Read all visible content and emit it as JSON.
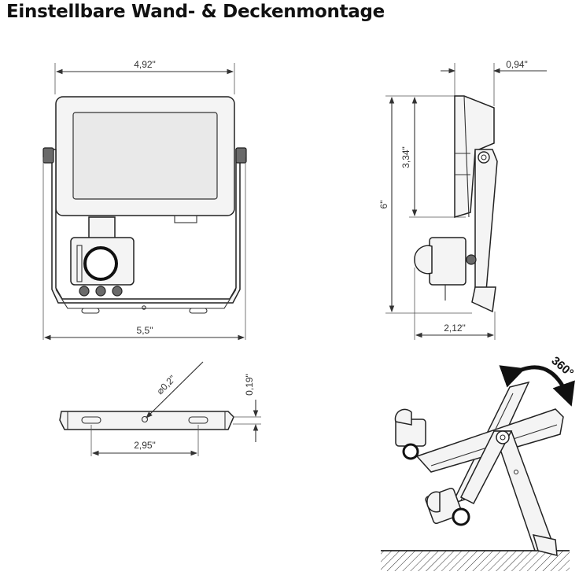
{
  "title": "Einstellbare Wand- & Deckenmontage",
  "dimensions": {
    "front_width_top": "4,92\"",
    "front_width_bottom": "5,5\"",
    "side_depth": "0,94\"",
    "side_height_partial": "3,34\"",
    "side_height_total": "6\"",
    "side_base_width": "2,12\"",
    "bracket_hole_diameter": "⌀0,2\"",
    "bracket_thickness": "0,19\"",
    "bracket_hole_spacing": "2,95\""
  },
  "rotation_label": "360°"
}
